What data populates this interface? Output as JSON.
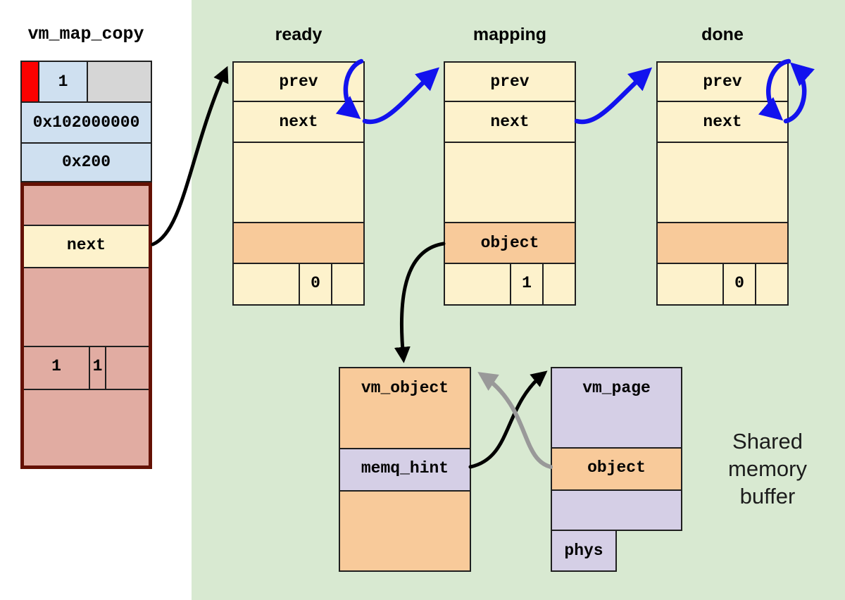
{
  "vm_map_copy": {
    "title": "vm_map_copy",
    "type_value": "1",
    "offset": "0x102000000",
    "size": "0x200",
    "next_label": "next",
    "flag_a": "1",
    "flag_b": "1"
  },
  "queues": [
    {
      "name": "ready",
      "prev_label": "prev",
      "next_label": "next",
      "object_label": "",
      "count": "0"
    },
    {
      "name": "mapping",
      "prev_label": "prev",
      "next_label": "next",
      "object_label": "object",
      "count": "1"
    },
    {
      "name": "done",
      "prev_label": "prev",
      "next_label": "next",
      "object_label": "",
      "count": "0"
    }
  ],
  "vm_object": {
    "title": "vm_object",
    "memq_hint_label": "memq_hint"
  },
  "vm_page": {
    "title": "vm_page",
    "object_label": "object",
    "phys_label": "phys"
  },
  "annotation": {
    "line1": "Shared",
    "line2": "memory",
    "line3": "buffer"
  },
  "colors": {
    "panel_green": "#d8e9d1",
    "cream": "#fdf2cc",
    "orange": "#f8ca9a",
    "purple": "#d5cfe6",
    "light_blue": "#cfe0f0",
    "light_gray": "#d6d6d6",
    "pink": "#e1aca2",
    "dark_red_border": "#641104",
    "red_flag": "#fb0100",
    "arrow_black": "#000000",
    "arrow_blue": "#1212ee",
    "arrow_gray": "#999999"
  }
}
